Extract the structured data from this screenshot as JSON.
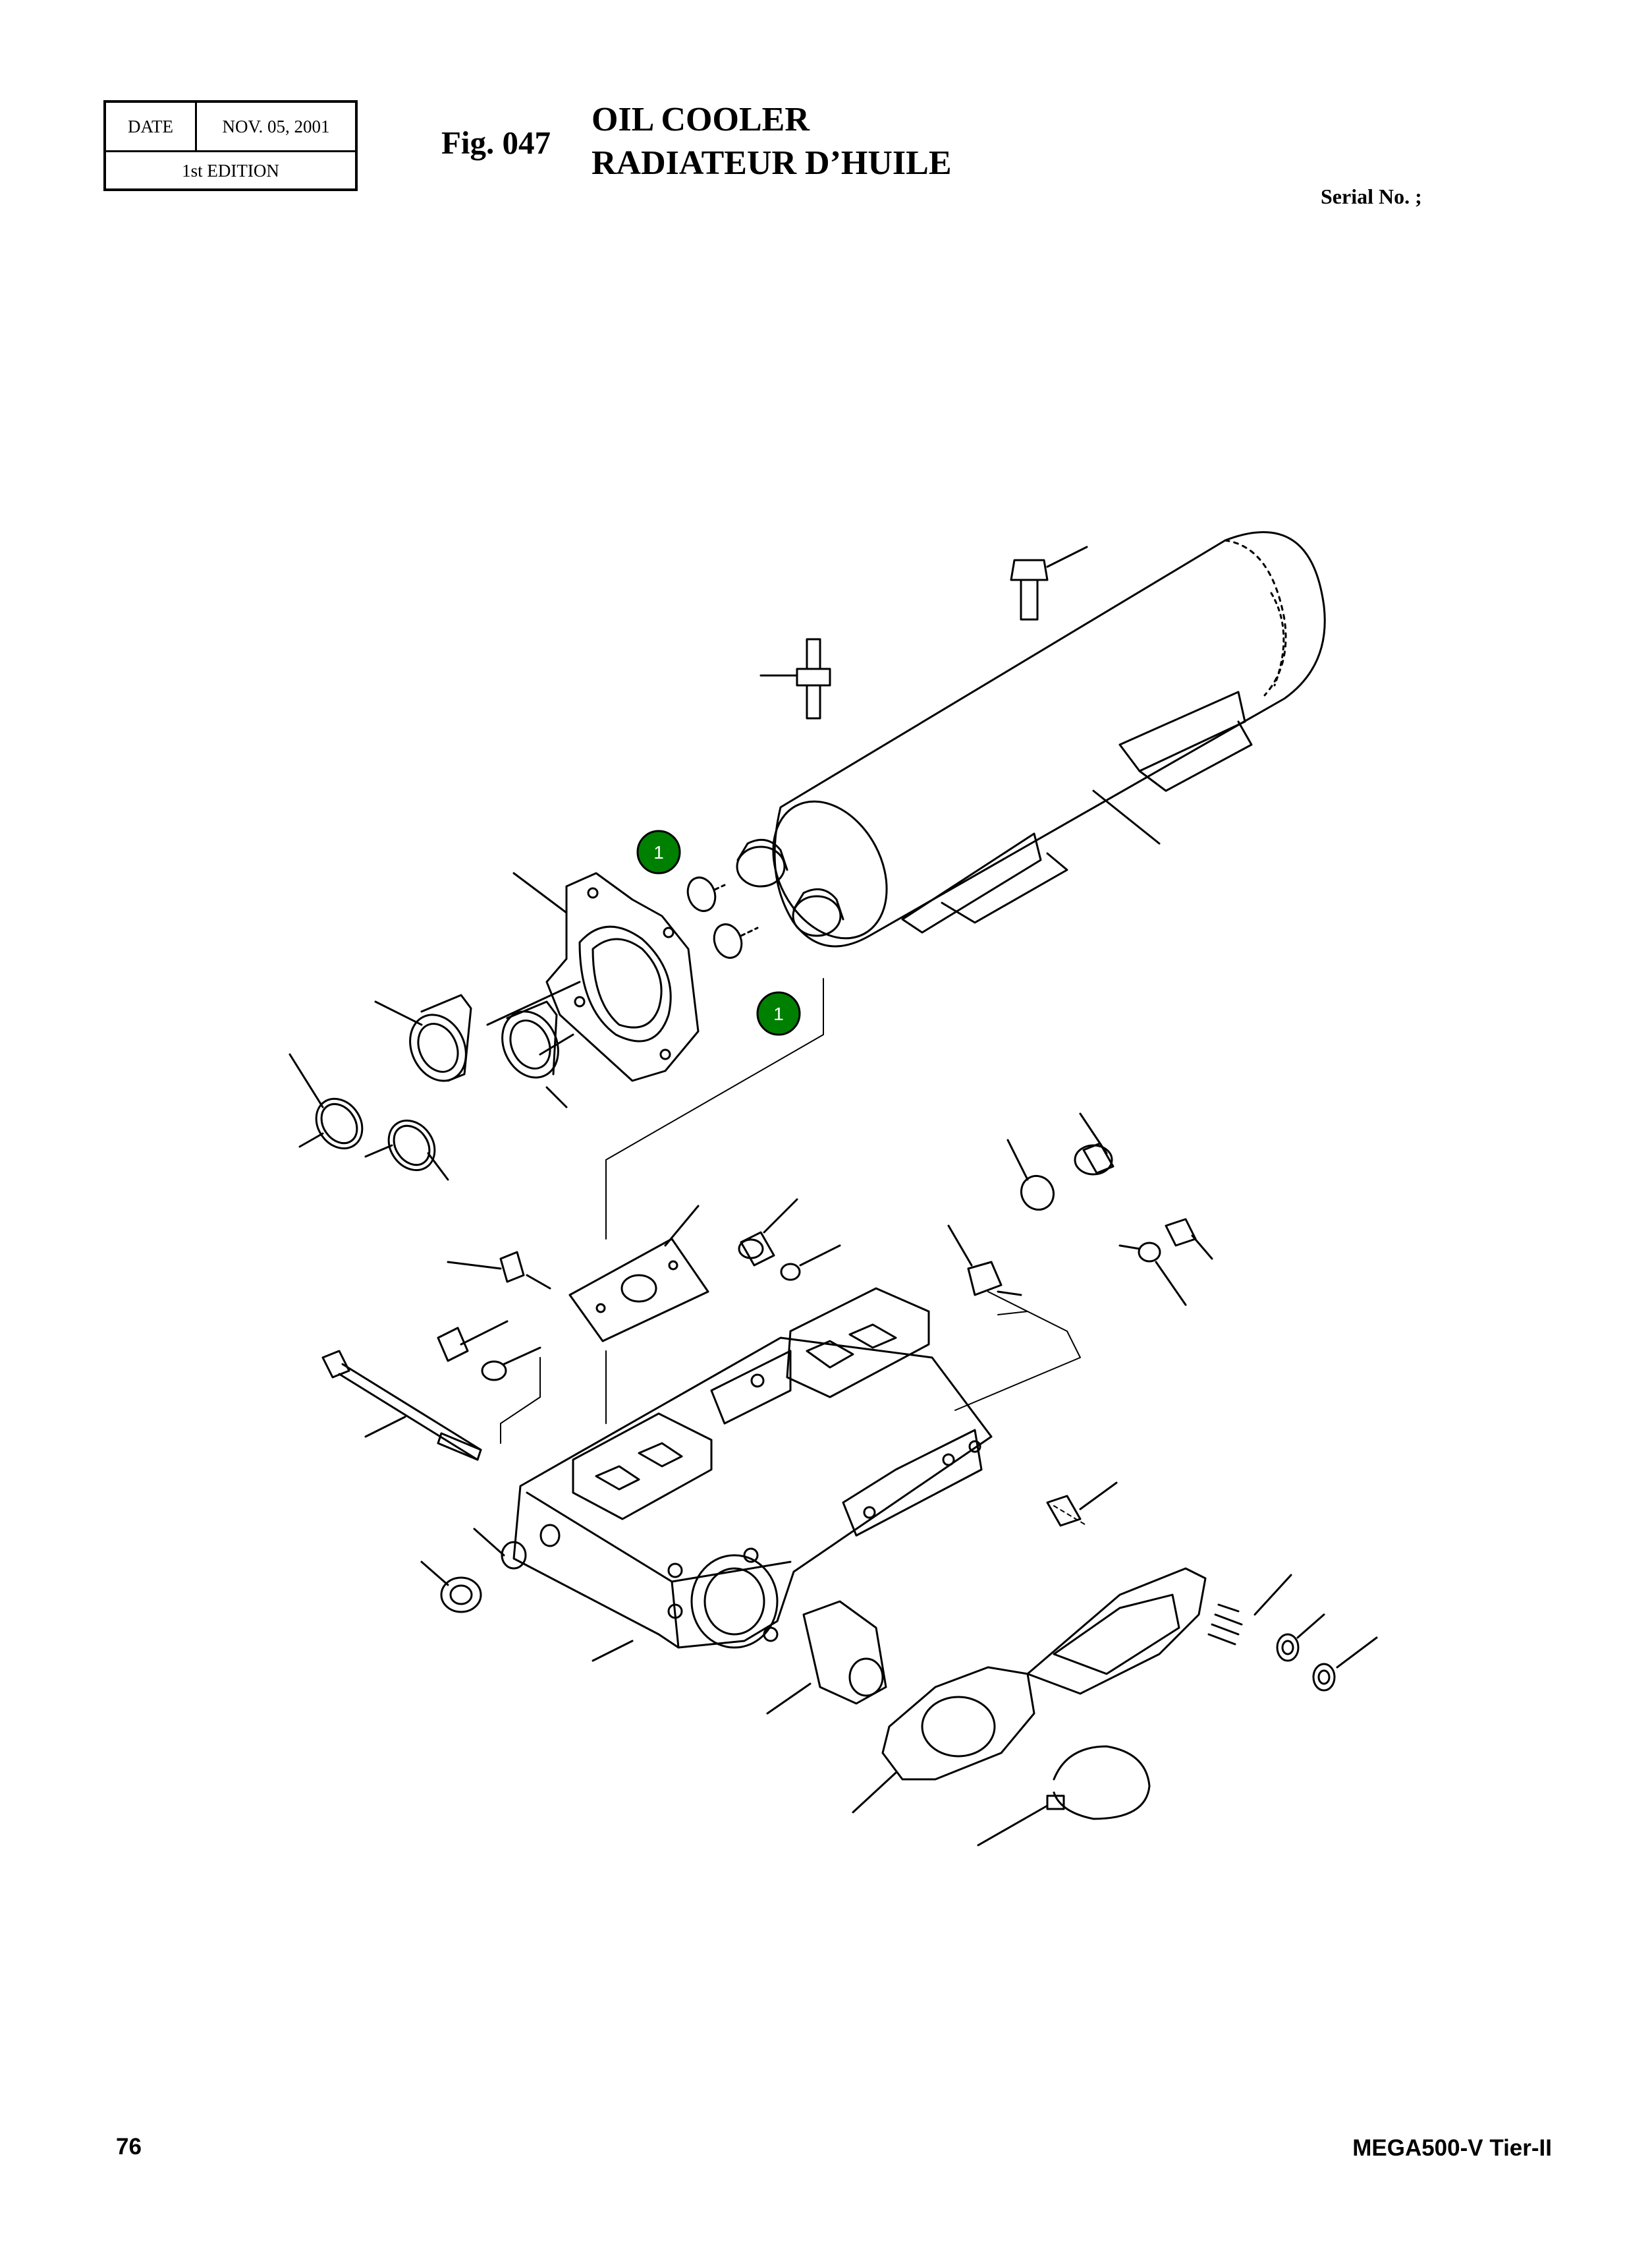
{
  "header": {
    "date_label": "DATE",
    "date_value": "NOV. 05, 2001",
    "edition": "1st EDITION",
    "figure_number": "Fig. 047",
    "title_en": "OIL COOLER",
    "title_fr": "RADIATEUR D’HUILE",
    "serial": "Serial No. ;"
  },
  "diagram": {
    "callouts": [
      {
        "label": "1",
        "color": "#008000"
      },
      {
        "label": "1",
        "color": "#008000"
      }
    ]
  },
  "footer": {
    "page_number": "76",
    "model": "MEGA500-V Tier-II"
  }
}
